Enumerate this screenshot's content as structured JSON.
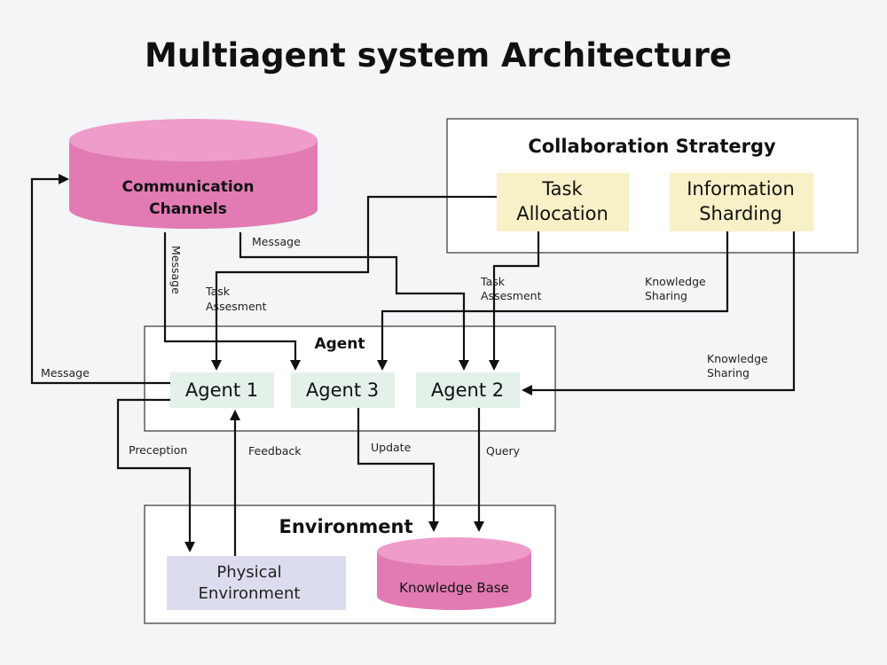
{
  "title": "Multiagent system Architecture",
  "colors": {
    "background": "#f3f5f7",
    "database_pink": "#e27bb4",
    "database_top": "#ef9ccb",
    "task_yellow": "#f8f0c6",
    "agent_green": "#e3f1e8",
    "environment_lavender": "#dcdcef",
    "line": "#111111"
  },
  "nodes": {
    "communication_channels": {
      "line1": "Communication",
      "line2": "Channels"
    },
    "collaboration": {
      "title": "Collaboration Stratergy",
      "task_allocation": {
        "line1": "Task",
        "line2": "Allocation"
      },
      "information_sharding": {
        "line1": "Information",
        "line2": "Sharding"
      }
    },
    "agent": {
      "title": "Agent",
      "agent1": "Agent 1",
      "agent3": "Agent 3",
      "agent2": "Agent 2"
    },
    "environment": {
      "title": "Environment",
      "physical": {
        "line1": "Physical",
        "line2": "Environment"
      },
      "knowledge_base": "Knowledge Base"
    }
  },
  "edge_labels": {
    "message_vertical": "Message",
    "message_top": "Message",
    "message_left": "Message",
    "task_assesment_left": {
      "line1": "Task",
      "line2": "Assesment"
    },
    "task_assesment_right": {
      "line1": "Task",
      "line2": "Assesment"
    },
    "knowledge_sharing_1": {
      "line1": "Knowledge",
      "line2": "Sharing"
    },
    "knowledge_sharing_2": {
      "line1": "Knowledge",
      "line2": "Sharing"
    },
    "preception": "Preception",
    "feedback": "Feedback",
    "update": "Update",
    "query": "Query"
  }
}
